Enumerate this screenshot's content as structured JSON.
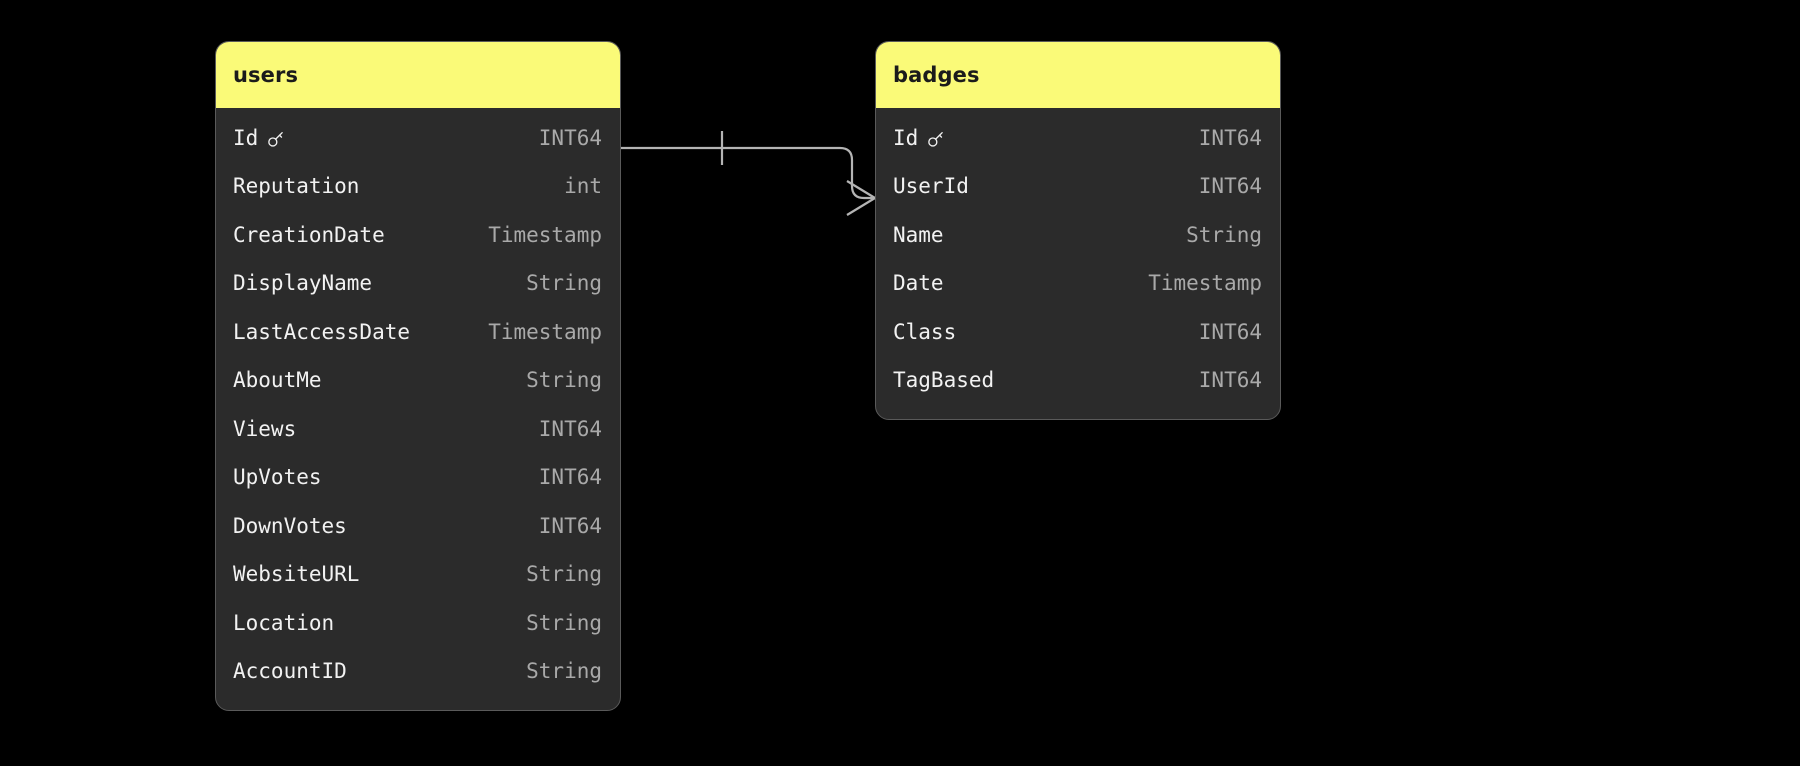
{
  "diagram": {
    "type": "entity-relationship-diagram",
    "background_color": "#000000",
    "header_color": "#fafa78",
    "card_color": "#2b2b2b",
    "border_color": "#5a5a5a",
    "name_text_color": "#f2f2f2",
    "type_text_color": "#a9a9a9",
    "relationship_line_color": "#b4b4b4"
  },
  "tables": [
    {
      "name": "users",
      "primary_key_icon": "key-icon",
      "columns": [
        {
          "name": "Id",
          "type": "INT64",
          "is_primary_key": true
        },
        {
          "name": "Reputation",
          "type": "int",
          "is_primary_key": false
        },
        {
          "name": "CreationDate",
          "type": "Timestamp",
          "is_primary_key": false
        },
        {
          "name": "DisplayName",
          "type": "String",
          "is_primary_key": false
        },
        {
          "name": "LastAccessDate",
          "type": "Timestamp",
          "is_primary_key": false
        },
        {
          "name": "AboutMe",
          "type": "String",
          "is_primary_key": false
        },
        {
          "name": "Views",
          "type": "INT64",
          "is_primary_key": false
        },
        {
          "name": "UpVotes",
          "type": "INT64",
          "is_primary_key": false
        },
        {
          "name": "DownVotes",
          "type": "INT64",
          "is_primary_key": false
        },
        {
          "name": "WebsiteURL",
          "type": "String",
          "is_primary_key": false
        },
        {
          "name": "Location",
          "type": "String",
          "is_primary_key": false
        },
        {
          "name": "AccountID",
          "type": "String",
          "is_primary_key": false
        }
      ]
    },
    {
      "name": "badges",
      "primary_key_icon": "key-icon",
      "columns": [
        {
          "name": "Id",
          "type": "INT64",
          "is_primary_key": true
        },
        {
          "name": "UserId",
          "type": "INT64",
          "is_primary_key": false
        },
        {
          "name": "Name",
          "type": "String",
          "is_primary_key": false
        },
        {
          "name": "Date",
          "type": "Timestamp",
          "is_primary_key": false
        },
        {
          "name": "Class",
          "type": "INT64",
          "is_primary_key": false
        },
        {
          "name": "TagBased",
          "type": "INT64",
          "is_primary_key": false
        }
      ]
    }
  ],
  "relationships": [
    {
      "from_table": "users",
      "from_column": "Id",
      "from_cardinality": "one",
      "to_table": "badges",
      "to_column": "UserId",
      "to_cardinality": "many"
    }
  ]
}
